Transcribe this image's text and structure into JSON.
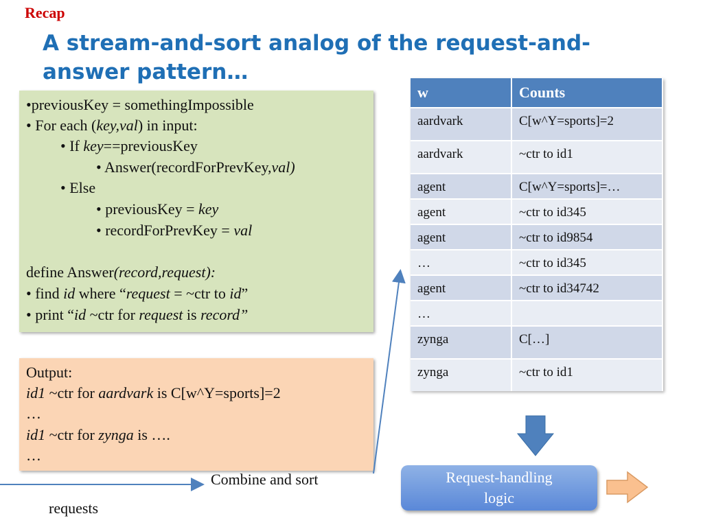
{
  "slide": {
    "recap": "Recap",
    "title_line1": "A stream-and-sort analog of the request-and-",
    "title_line2": "answer pattern…"
  },
  "code": {
    "l1": "•previousKey = somethingImpossible",
    "l2a": "• For each (",
    "l2b": "key,val",
    "l2c": ") in input:",
    "l3a": "• If ",
    "l3b": "key",
    "l3c": "==previousKey",
    "l4a": "• Answer(recordForPrevKey,",
    "l4b": "val)",
    "l5": "• Else",
    "l6a": "• previousKey = ",
    "l6b": "key",
    "l7a": "• recordForPrevKey = ",
    "l7b": "val",
    "l8a": "define Answer",
    "l8b": "(record,request):",
    "l9a": "• find ",
    "l9b": "id",
    "l9c": " where “",
    "l9d": "request",
    "l9e": " = ~ctr to ",
    "l9f": "id",
    "l9g": "”",
    "l10a": "• print “",
    "l10b": "id",
    "l10c": " ~ctr for ",
    "l10d": "request",
    "l10e": " is ",
    "l10f": "record”"
  },
  "output": {
    "heading": "Output:",
    "r1a": "id1",
    "r1b": " ~ctr for ",
    "r1c": "aardvark",
    "r1d": " is C[w^Y=sports]=2",
    "r2": "…",
    "r3a": "id1",
    "r3b": "  ~ctr for ",
    "r3c": "zynga",
    "r3d": " is ….",
    "r4": "…"
  },
  "table": {
    "headers": [
      "w",
      "Counts"
    ],
    "rows": [
      [
        "aardvark",
        "C[w^Y=sports]=2"
      ],
      [
        "aardvark",
        "~ctr to id1"
      ],
      [
        "agent",
        "C[w^Y=sports]=…"
      ],
      [
        "agent",
        "~ctr to id345"
      ],
      [
        "agent",
        "~ctr to id9854"
      ],
      [
        "…",
        "~ctr to id345"
      ],
      [
        "agent",
        "~ctr to id34742"
      ],
      [
        "…",
        ""
      ],
      [
        "zynga",
        "C[…]"
      ],
      [
        "zynga",
        "~ctr to id1"
      ]
    ]
  },
  "labels": {
    "combine": "Combine and sort",
    "requests": "requests",
    "request_handling_1": "Request-handling",
    "request_handling_2": "logic"
  },
  "colors": {
    "title": "#1f6fb5",
    "recap": "#cc0000",
    "code_box": "#d7e4bd",
    "output_box": "#fbd5b5",
    "table_header": "#4f81bd"
  }
}
